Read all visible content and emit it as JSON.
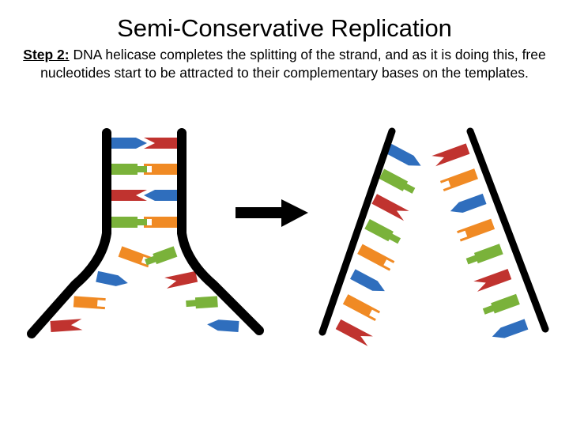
{
  "slide": {
    "title": "Semi-Conservative Replication",
    "step_label": "Step 2:",
    "step_text": " DNA helicase completes the splitting of the strand, and as it is doing this, free nucleotides start to be attracted to their complementary bases on the templates."
  },
  "colors": {
    "backbone": "#000000",
    "red": "#c0332f",
    "blue": "#2f6ebd",
    "green": "#7ab23a",
    "orange": "#f08a24"
  },
  "diagram": {
    "left_ladder_rungs": [
      {
        "left": "blue",
        "right": "red"
      },
      {
        "left": "green",
        "right": "orange"
      },
      {
        "left": "red",
        "right": "blue"
      },
      {
        "left": "green",
        "right": "orange"
      }
    ],
    "left_fork_left_arm": [
      "orange",
      "blue",
      "orange",
      "red"
    ],
    "left_fork_right_arm": [
      "green",
      "red",
      "green",
      "blue"
    ],
    "right_left_strand": [
      "blue",
      "green",
      "red",
      "green",
      "orange",
      "blue",
      "orange",
      "red"
    ],
    "right_right_strand": [
      "red",
      "orange",
      "blue",
      "orange",
      "green",
      "red",
      "green",
      "blue"
    ]
  }
}
